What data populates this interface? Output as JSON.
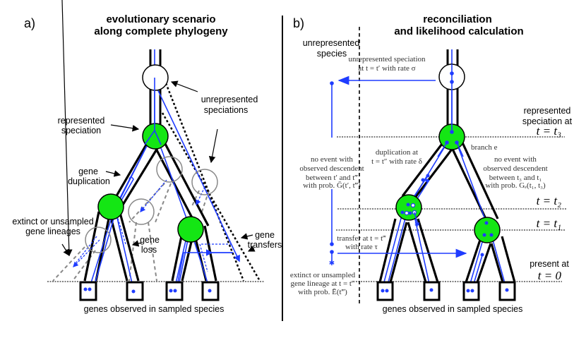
{
  "colors": {
    "species_node_fill": "#14e614",
    "unrepresented_node_fill": "#ffffff",
    "gene_lineage": "#1f3cff",
    "unsampled_branch": "#888888",
    "background": "#ffffff"
  },
  "panel_a": {
    "label": "a)",
    "title_line1": "evolutionary scenario",
    "title_line2": "along complete phylogeny",
    "annotations": {
      "unrepresented_speciations_1": "unrepresented",
      "unrepresented_speciations_2": "speciations",
      "represented_speciation_1": "represented",
      "represented_speciation_2": "speciation",
      "gene_duplication_1": "gene",
      "gene_duplication_2": "duplication",
      "extinct_lineages_1": "extinct or unsampled",
      "extinct_lineages_2": "gene lineages",
      "gene_loss_1": "gene",
      "gene_loss_2": "loss",
      "gene_transfers_1": "gene",
      "gene_transfers_2": "transfers"
    },
    "footer": "genes observed in sampled species"
  },
  "panel_b": {
    "label": "b)",
    "title_line1": "reconciliation",
    "title_line2": "and likelihood calculation",
    "annotations": {
      "unrepresented_species_1": "unrepresented",
      "unrepresented_species_2": "species",
      "unrep_speciation_1": "unrepresented speciation",
      "unrep_speciation_2": "at t = t′ with rate σ",
      "represented_speciation_1": "represented",
      "represented_speciation_2": "speciation at",
      "represented_speciation_3": "t = t₃",
      "branch_e": "branch e",
      "duplication_1": "duplication at",
      "duplication_2": "t = t″ with rate δ",
      "no_event_left_1": "no event with",
      "no_event_left_2": "observed descendent",
      "no_event_left_3": "between t′ and t‴",
      "no_event_left_4": "with prob. Ḡ(t′, t‴)",
      "no_event_right_1": "no event with",
      "no_event_right_2": "observed descendent",
      "no_event_right_3": "between t₃ and t₁",
      "no_event_right_4": "with prob. Gₑ(t₁, t₃)",
      "t2": "t = t₂",
      "t1": "t = t₁",
      "transfer_1": "transfer at t = t‴",
      "transfer_2": "with rate τ",
      "present_1": "present at",
      "present_2": "t = 0",
      "extinct_1": "extinct or unsampled",
      "extinct_2": "gene lineage at t = t‴",
      "extinct_3": "with prob. Ē(t‴)"
    },
    "footer": "genes observed in sampled species"
  }
}
